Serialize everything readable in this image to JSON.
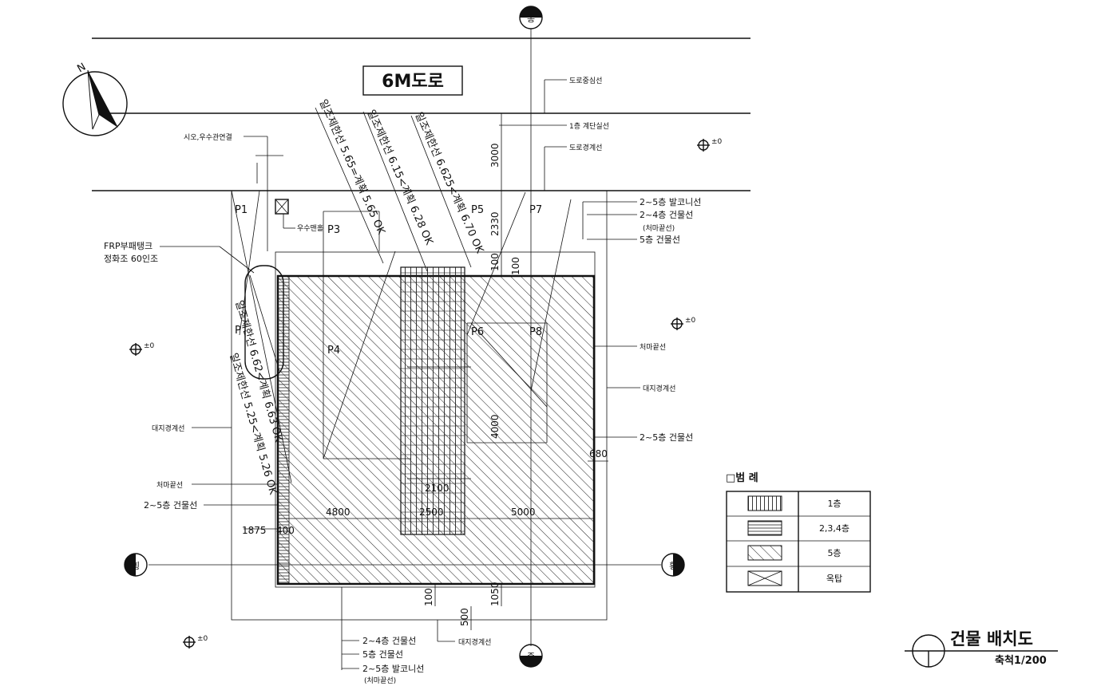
{
  "road": {
    "label": "6M도로",
    "centerline": "도로중심선",
    "boundary": "도로경계선",
    "stair_centerline": "1층 계단실선"
  },
  "north_arrow": {
    "letter": "N"
  },
  "section_markers": {
    "vertical": "종",
    "horizontal": "횡"
  },
  "level_marks": {
    "value": "±0"
  },
  "daylight_lines": [
    "일조제한선 5.65=계획 5.65 OK",
    "일조제한선 6.15<계획 6.28 OK",
    "일조제한선 6.625<계획 6.70 OK",
    "일조제한선 6.62<계획 6.63 OK",
    "일조제한선 5.25<계획 5.26 OK"
  ],
  "pillar_labels": [
    "P1",
    "P3",
    "P4",
    "P5",
    "P6",
    "P7",
    "P8",
    "P"
  ],
  "callouts_left": {
    "sewer": "시오,우수관연결",
    "rain_pit": "우수맨홀",
    "frp_tank_line1": "FRP부패탱크",
    "frp_tank_line2": "정화조 60인조",
    "site_boundary": "대지경계선",
    "eave_line": "처마끝선",
    "floors_2_5": "2~5층 건물선"
  },
  "callouts_right": {
    "balcony_2_5": "2~5층 발코니선",
    "building_2_4": "2~4층 건물선",
    "eave_paren": "(처마끝선)",
    "building_5": "5층 건물선",
    "eave_line": "처마끝선",
    "site_boundary": "대지경계선",
    "floors_2_5": "2~5층 건물선"
  },
  "callouts_bottom": {
    "building_2_4": "2~4층 건물선",
    "building_5": "5층 건물선",
    "balcony_2_5": "2~5층 발코니선",
    "eave_paren": "(처마끝선)",
    "site_boundary": "대지경계선"
  },
  "dimensions": {
    "d3000": "3000",
    "d2330": "2330",
    "d100a": "100",
    "d680": "680",
    "d1875": "1875",
    "d400": "400",
    "d4800": "4800",
    "d2500": "2500",
    "d5000": "5000",
    "d100b": "100",
    "d1050": "1050",
    "d500": "500",
    "d100c": "100",
    "d2100": "2100",
    "d4000": "4000"
  },
  "legend": {
    "title": "□범 례",
    "rows": [
      {
        "pattern": "vertical-lines",
        "label": "1층"
      },
      {
        "pattern": "horizontal-lines",
        "label": "2,3,4층"
      },
      {
        "pattern": "diagonal-hatch",
        "label": "5층"
      },
      {
        "pattern": "cross-box",
        "label": "옥탑"
      }
    ]
  },
  "title_block": {
    "title": "건물 배치도",
    "scale": "축척1/200"
  }
}
